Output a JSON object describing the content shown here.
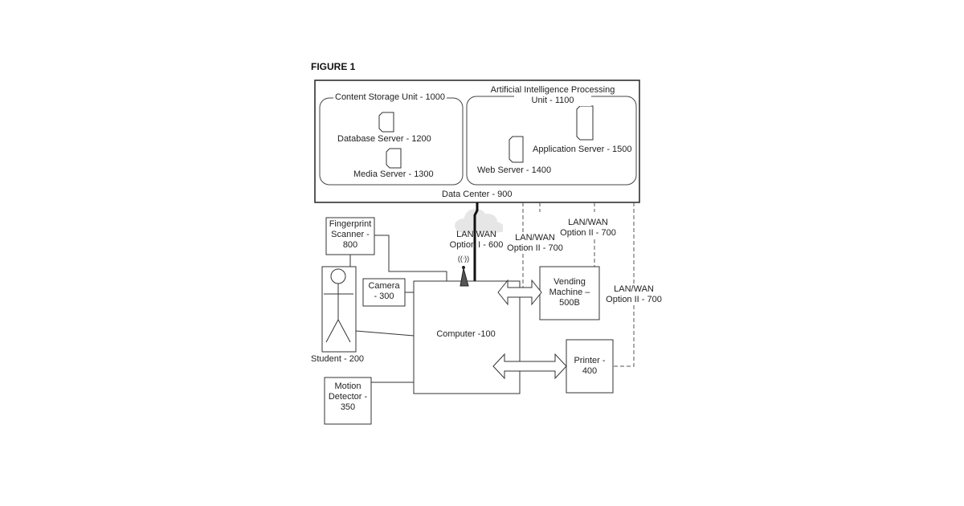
{
  "figure_title": "FIGURE 1",
  "data_center": {
    "label": "Data Center - 900",
    "content_storage": {
      "label": "Content Storage Unit - 1000",
      "database_server": "Database Server - 1200",
      "media_server": "Media Server - 1300"
    },
    "ai_processing": {
      "label_line1": "Artificial Intelligence Processing",
      "label_line2": "Unit - 1100",
      "web_server": "Web Server - 1400",
      "application_server": "Application Server - 1500"
    }
  },
  "network": {
    "option1_line1": "LAN/WAN",
    "option1_line2": "Option I - 600",
    "option2a_line1": "LAN/WAN",
    "option2a_line2": "Option II - 700",
    "option2b_line1": "LAN/WAN",
    "option2b_line2": "Option II - 700",
    "option2c_line1": "LAN/WAN",
    "option2c_line2": "Option II - 700",
    "wifi_glyph": "((ᐧ))"
  },
  "devices": {
    "fingerprint_line1": "Fingerprint",
    "fingerprint_line2": "Scanner -",
    "fingerprint_line3": "800",
    "camera_line1": "Camera",
    "camera_line2": "- 300",
    "student": "Student - 200",
    "motion_line1": "Motion",
    "motion_line2": "Detector -",
    "motion_line3": "350",
    "computer": "Computer -100",
    "vending_line1": "Vending",
    "vending_line2": "Machine –",
    "vending_line3": "500B",
    "printer_line1": "Printer -",
    "printer_line2": "400"
  }
}
